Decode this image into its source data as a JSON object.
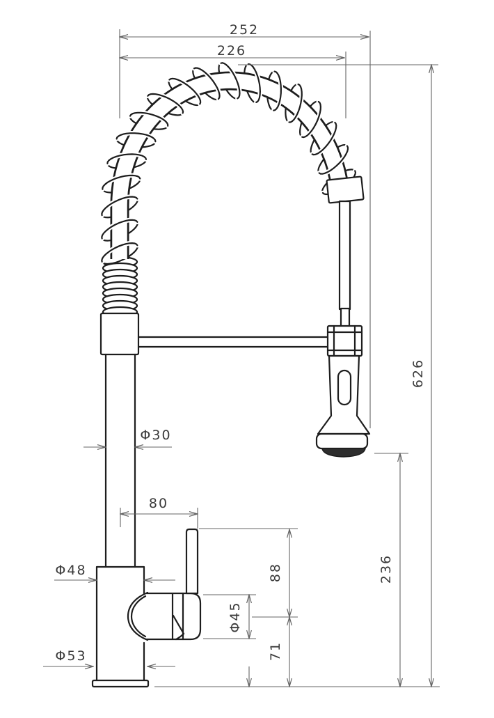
{
  "drawing": {
    "dimensions": {
      "overall_width": "252",
      "spout_reach": "226",
      "overall_height": "626",
      "spout_tube_diameter": "Φ30",
      "spout_center_to_handle": "80",
      "body_diameter": "Φ48",
      "handle_top_to_center": "88",
      "handle_diameter": "Φ45",
      "handle_center_to_base": "71",
      "base_diameter": "Φ53",
      "spray_head_to_base": "236"
    },
    "colors": {
      "outline": "#1d1d1d",
      "dimension_lines": "#646464",
      "dimension_text": "#3a3a3a",
      "background": "#ffffff"
    }
  }
}
